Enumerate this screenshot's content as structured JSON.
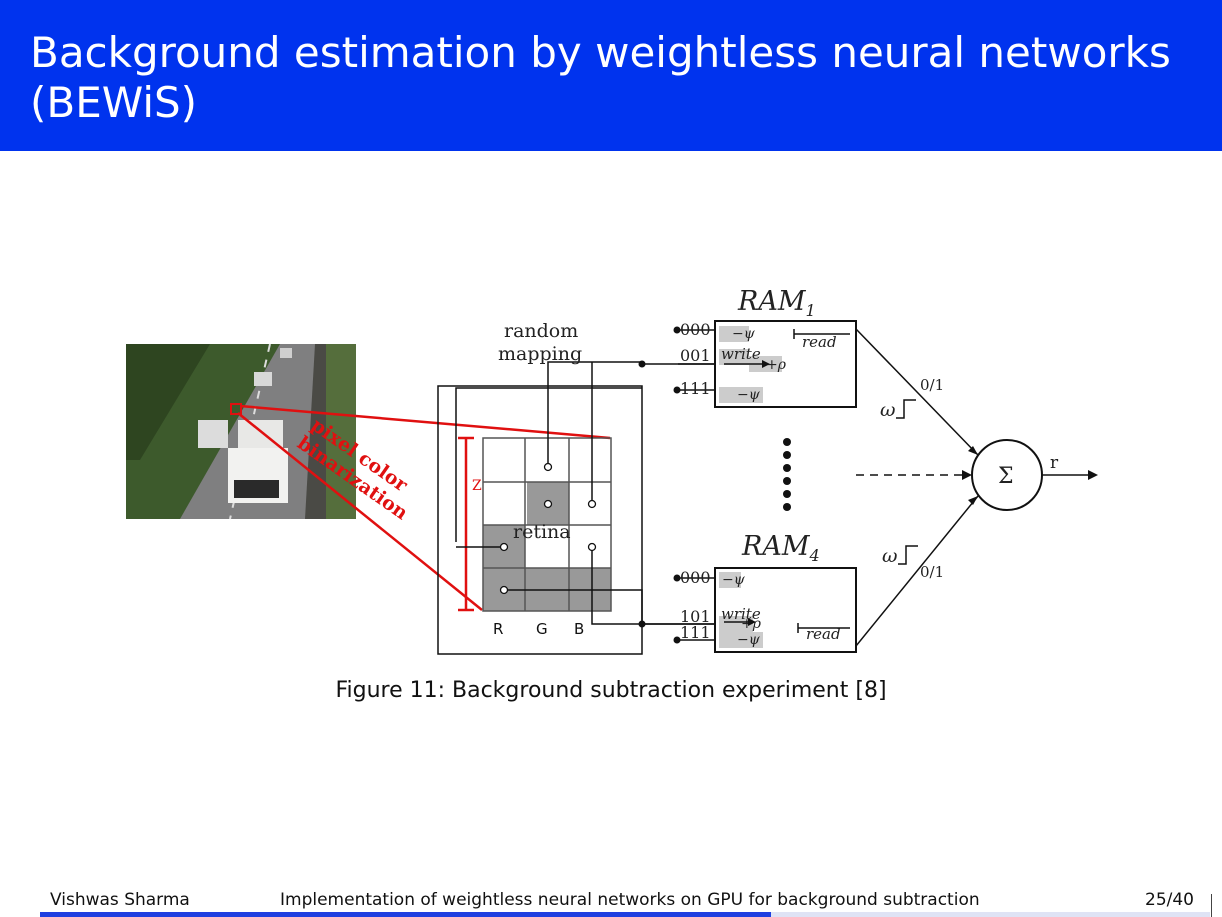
{
  "slide": {
    "title": "Background estimation by weightless neural networks (BEWiS)"
  },
  "figure": {
    "caption": "Figure 11: Background subtraction experiment [8]",
    "labels": {
      "ram1": "RAM",
      "ram1_sub": "1",
      "ram4": "RAM",
      "ram4_sub": "4",
      "random_mapping_1": "random",
      "random_mapping_2": "mapping",
      "pixel_color_1": "pixel color",
      "pixel_color_2": "binarization",
      "retina": "retina",
      "z": "Z",
      "channels": [
        "R",
        "G",
        "B"
      ],
      "ram1_addresses": [
        "000",
        "001",
        "111"
      ],
      "ram4_addresses": [
        "000",
        "101",
        "111"
      ],
      "minus_psi": "−ψ",
      "plus_rho": "+ρ",
      "write": "write",
      "read": "read",
      "output_weight_top": "0/1",
      "output_weight_bottom": "0/1",
      "omega": "ω",
      "sum": "Σ",
      "output": "r"
    },
    "colors": {
      "highlight_red": "#e01010",
      "cell_gray": "#999999",
      "label_gray": "#cccccc"
    }
  },
  "footer": {
    "author": "Vishwas Sharma",
    "talk_title": "Implementation of weightless neural networks on GPU for background subtraction",
    "page": "25/40",
    "progress_fraction": 0.625
  }
}
